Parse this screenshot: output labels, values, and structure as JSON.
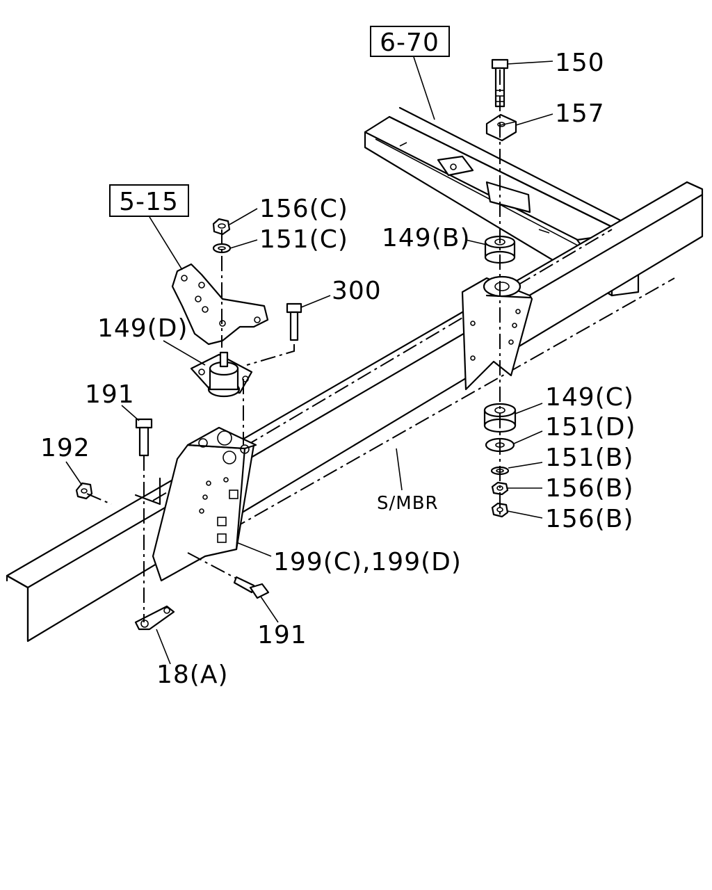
{
  "refs": {
    "ref_6_70": "6-70",
    "ref_5_15": "5-15"
  },
  "callouts": {
    "c150": "150",
    "c157": "157",
    "c156C": "156(C)",
    "c151C": "151(C)",
    "c300": "300",
    "c149B": "149(B)",
    "c149D": "149(D)",
    "c191_top": "191",
    "c192": "192",
    "c149C": "149(C)",
    "c151D": "151(D)",
    "c151B": "151(B)",
    "c156B_1": "156(B)",
    "c156B_2": "156(B)",
    "c199": "199(C),199(D)",
    "c191_bottom": "191",
    "c18A": "18(A)"
  },
  "labels": {
    "side_member": "S/MBR"
  }
}
